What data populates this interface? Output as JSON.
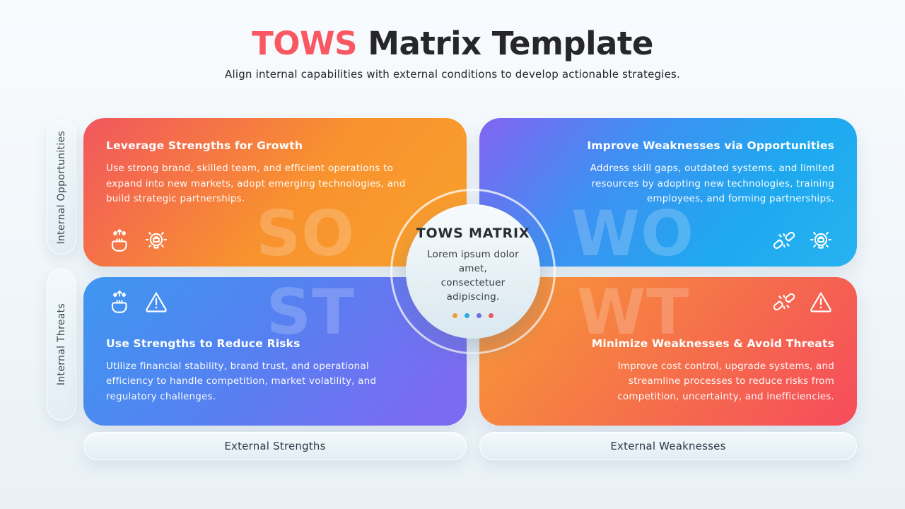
{
  "colors": {
    "accent": "#F95862",
    "title": "#26262B",
    "background_top": "#F8FBFE",
    "background_bottom": "#E9F1F6"
  },
  "header": {
    "title_accent": "TOWS",
    "title_rest": "Matrix Template",
    "subtitle": "Align internal capabilities with external conditions to develop actionable strategies."
  },
  "axis": {
    "left_top": "Internal Opportunities",
    "left_bottom": "Internal Threats",
    "bottom_left": "External Strengths",
    "bottom_right": "External Weaknesses"
  },
  "center": {
    "title": "TOWS MATRIX",
    "line1": "Lorem ipsum dolor amet,",
    "line2": "consectetuer adipiscing.",
    "dot_colors": [
      "#F59A3C",
      "#29A8EA",
      "#6C6FE0",
      "#EF5560"
    ]
  },
  "quadrants": [
    {
      "code": "SO",
      "title": "Leverage Strengths for Growth",
      "body": "Use strong brand, skilled team, and efficient operations to expand into new markets, adopt emerging technologies, and build strategic partnerships.",
      "icons": [
        "strength-icon",
        "opportunity-icon"
      ],
      "gradient_css": "linear-gradient(130deg, #F1565E 0%, #F8922E 55%, #F9A12C 100%)"
    },
    {
      "code": "WO",
      "title": "Improve Weaknesses via Opportunities",
      "body": "Address skill gaps, outdated systems, and limited resources by adopting new technologies, training employees, and forming partnerships.",
      "icons": [
        "weakness-icon",
        "opportunity-icon"
      ],
      "gradient_css": "linear-gradient(130deg, #8264F2 0%, #3F90F2 35%, #1EA9EF 70%, #27B2F1 100%)"
    },
    {
      "code": "ST",
      "title": "Use Strengths to Reduce Risks",
      "body": "Utilize financial stability, brand trust, and operational efficiency to handle competition, market volatility, and regulatory challenges.",
      "icons": [
        "strength-icon",
        "threat-icon"
      ],
      "gradient_css": "linear-gradient(130deg, #3E97F0 0%, #5581F1 45%, #7B6BF2 90%)"
    },
    {
      "code": "WT",
      "title": "Minimize Weaknesses & Avoid Threats",
      "body": "Improve cost control, upgrade systems, and streamline processes to reduce risks from competition, uncertainty, and inefficiencies.",
      "icons": [
        "weakness-icon",
        "threat-icon"
      ],
      "gradient_css": "linear-gradient(130deg, #F89A35 0%, #F56F4B 55%, #F64B5C 100%)"
    }
  ]
}
